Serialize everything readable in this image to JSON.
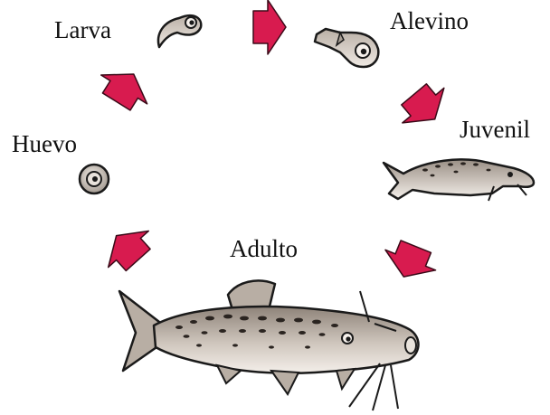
{
  "diagram": {
    "stages": [
      {
        "id": "huevo",
        "label": "Huevo"
      },
      {
        "id": "larva",
        "label": "Larva"
      },
      {
        "id": "alevino",
        "label": "Alevino"
      },
      {
        "id": "juvenil",
        "label": "Juvenil"
      },
      {
        "id": "adulto",
        "label": "Adulto"
      }
    ],
    "cycle": [
      "huevo",
      "larva",
      "alevino",
      "juvenil",
      "adulto",
      "huevo"
    ]
  },
  "colors": {
    "arrow": "#d81b4f",
    "arrow_outline": "#3a0a18",
    "outline": "#1a1a1a",
    "body_light": "#f1ece6",
    "body_dark": "#8e8379",
    "spots": "#2a2420",
    "text": "#111111"
  },
  "icons": {
    "egg": "egg-icon",
    "larva": "larva-icon",
    "fry": "fry-fish-icon",
    "juvenile": "juvenile-catfish-icon",
    "adult": "adult-catfish-icon",
    "arrow": "cycle-arrow-icon"
  }
}
